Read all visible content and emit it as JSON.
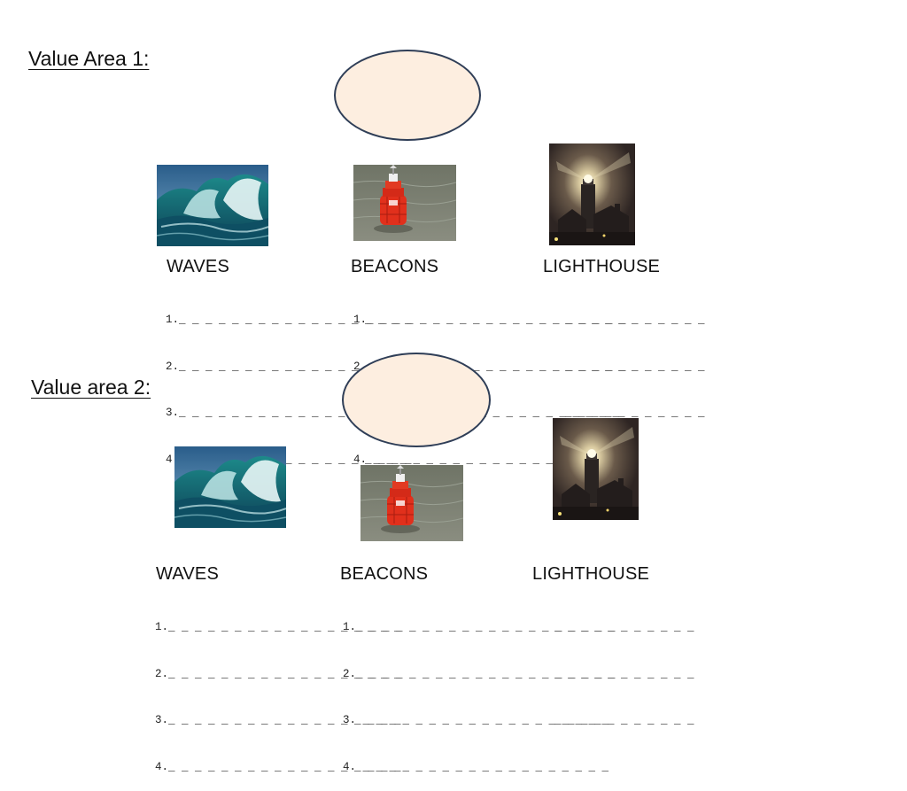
{
  "icons": {
    "waves": "ocean-waves-photo",
    "beacon": "red-buoy-beacon-photo",
    "lighthouse": "lighthouse-at-night-photo"
  },
  "colors": {
    "ellipse_fill": "#fdeee0",
    "ellipse_stroke": "#2f3e57"
  },
  "area1": {
    "title": "Value Area 1:",
    "headers": {
      "waves": "WAVES",
      "beacons": "BEACONS",
      "lighthouse": "LIGHTHOUSE"
    },
    "waves_lines": [
      "1._ _ _ _ _ _ _ _ _ _ _ _ _ _ _ _ _ _",
      "2._ _ _ _ _ _ _ _ _ _ _ _ _ _ _ _ _ _",
      "3._ _ _ _ _ _ _ _ _ _ _ _ _ _ _ _ _ _",
      "4._ _ _ _ _ _ _ _ _ _ _ _ _ _ _ _ _ _"
    ],
    "beacons_lines": [
      "1._ _ _ _ _ _ _ _ _ _ _ _ _ _ _ _ _ _ _ _",
      "2._ _ _ _ _ _ _ _ _ _ _ _ _ _ _ _ _ _ _ _",
      "3. _ _ _ _ _ _ _ _ _ _ _ _ _ _ _ _ _ _ _",
      "4. _ _ _ _ _ _ _ _ _ _ _ _ _ _ _ _ _ _ _"
    ],
    "lighthouse_lines": [
      "_ _ _ _ _ _ _ _ _ _ _",
      "_ _ _ _ _ _ _ _ _ _ _",
      "_ _ _ _ _ _ _ _ _ _ _"
    ]
  },
  "area2": {
    "title": "Value area 2:",
    "headers": {
      "waves": "WAVES",
      "beacons": "BEACONS",
      "lighthouse": "LIGHTHOUSE"
    },
    "waves_lines": [
      "1._ _ _ _ _ _ _ _ _ _ _ _ _ _ _ _ _ _",
      "2._ _ _ _ _ _ _ _ _ _ _ _ _ _ _ _ _ _",
      "3._ _ _ _ _ _ _ _ _ _ _ _ _ _ _ _ _ _",
      "4._ _ _ _ _ _ _ _ _ _ _ _ _ _ _ _ _ _"
    ],
    "beacons_lines": [
      "1._ _ _ _ _ _ _ _ _ _ _ _ _ _ _ _ _ _ _ _",
      "2._ _ _ _ _ _ _ _ _ _ _ _ _ _ _ _ _ _ _ _",
      "3. _ _ _ _ _ _ _ _ _ _ _ _ _ _ _ _ _ _ _",
      "4. _ _ _ _ _ _ _ _ _ _ _ _ _ _ _ _ _ _ _"
    ],
    "lighthouse_lines": [
      "_ _ _ _ _ _ _ _ _ _ _",
      "_ _ _ _ _ _ _ _ _ _ _",
      "_ _ _ _ _ _ _ _ _ _ _"
    ]
  }
}
